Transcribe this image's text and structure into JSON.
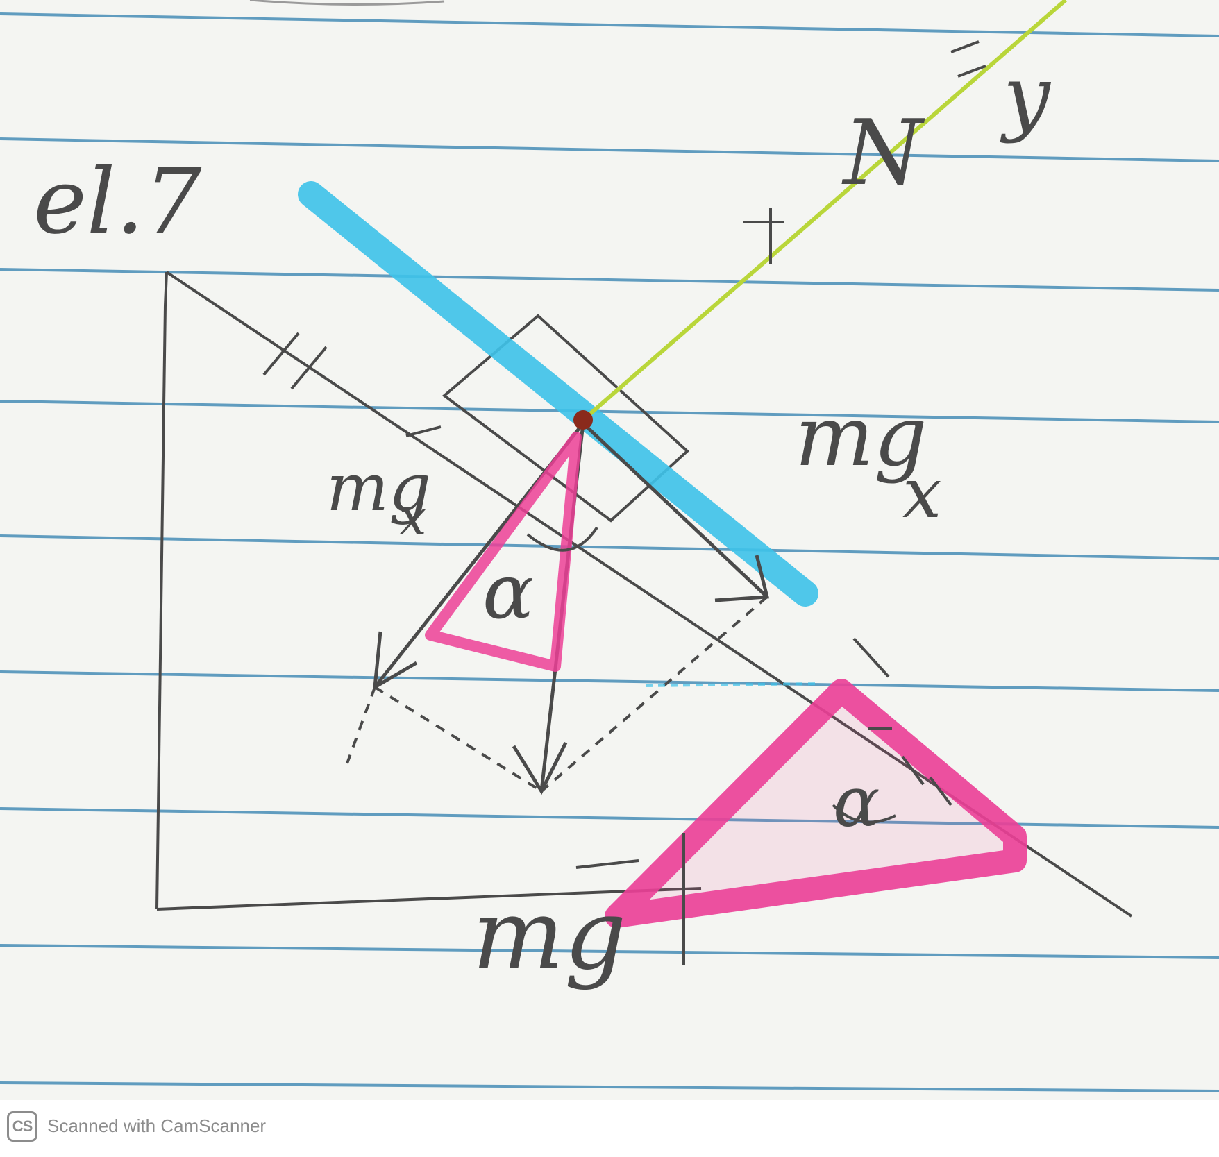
{
  "diagram": {
    "problem_label": "el.7",
    "labels": {
      "normal_force": "N",
      "y_axis": "y",
      "x_axis_left": "mg",
      "x_axis_left_sub": "x",
      "x_component": "mg",
      "x_component_sub": "x",
      "gravity": "mg",
      "angle_upper": "α",
      "angle_lower": "α"
    },
    "colors": {
      "incline_highlight": "#3ec3ea",
      "normal_line": "#b9d63a",
      "triangle_highlight": "#ec3f97",
      "pencil": "#4a4a4a",
      "ruled_line": "#2f7fae",
      "center_dot": "#8a2a1c"
    }
  },
  "footer": {
    "logo_text": "CS",
    "scanner_text": "Scanned with CamScanner"
  }
}
